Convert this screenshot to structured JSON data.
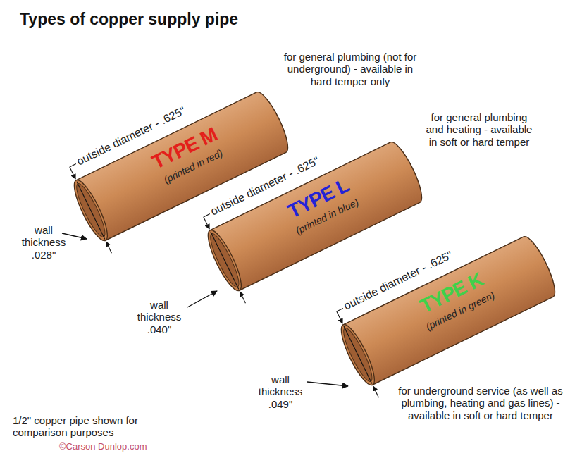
{
  "diagram": {
    "title": "Types of copper supply pipe",
    "nodes": [
      {
        "text": [
          "outside diameter - .625\"",
          "TYPE M",
          "(printed in red)"
        ]
      },
      {
        "text": [
          "outside diameter - .625\"",
          "TYPE L",
          "(printed in blue)"
        ]
      },
      {
        "text": [
          "outside diameter - .625\"",
          "TYPE K",
          "(printed in green)"
        ]
      }
    ],
    "labels": [
      "wall thickness .028\"",
      "wall thickness .040\"",
      "wall thickness .049\"",
      "for general plumbing (not for underground) - available in hard temper only",
      "for general plumbing and heating - available in soft or hard temper",
      "for underground service (as well as plumbing, heating and gas lines) - available in soft or hard temper",
      "1/2\" copper pipe shown for comparison purposes",
      "©Carson Dunlop.com"
    ]
  }
}
